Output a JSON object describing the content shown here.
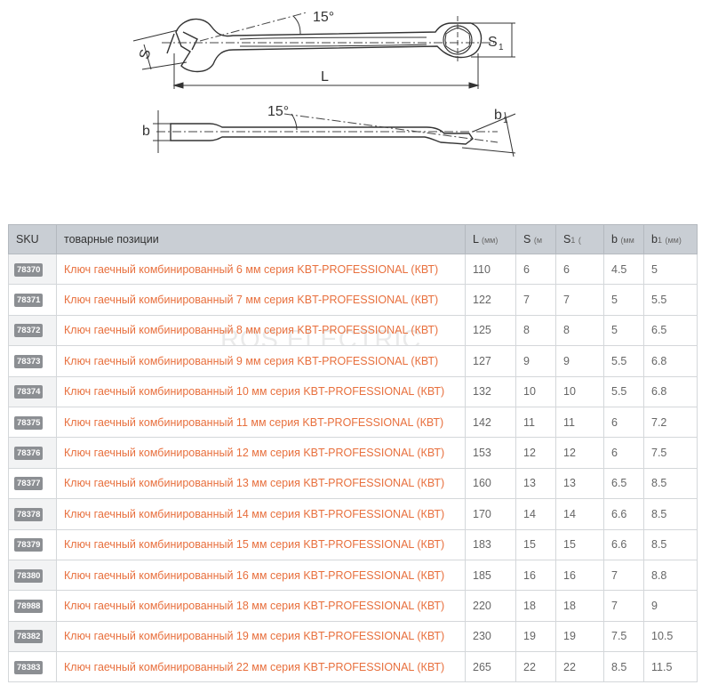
{
  "drawing": {
    "angle_top": "15°",
    "angle_side": "15°",
    "dim_S": "S",
    "dim_S1": "S",
    "dim_S1_sub": "1",
    "dim_L": "L",
    "dim_b": "b",
    "dim_b1": "b",
    "dim_b1_sub": "1"
  },
  "watermark": "ROS ELECTRIC",
  "table": {
    "headers": {
      "sku": "SKU",
      "name": "товарные позиции",
      "L": "L",
      "L_unit": "(мм)",
      "S": "S",
      "S_unit": "(м",
      "S1": "S",
      "S1_sub": "1",
      "S1_unit": "(",
      "b": "b",
      "b_unit": "(мм",
      "b1": "b",
      "b1_sub": "1",
      "b1_unit": "(мм)"
    },
    "rows": [
      {
        "sku": "78370",
        "name": "Ключ гаечный комбинированный 6 мм серия KBT-PROFESSIONAL (КВТ)",
        "L": "110",
        "S": "6",
        "S1": "6",
        "b": "4.5",
        "b1": "5"
      },
      {
        "sku": "78371",
        "name": "Ключ гаечный комбинированный 7 мм серия KBT-PROFESSIONAL (КВТ)",
        "L": "122",
        "S": "7",
        "S1": "7",
        "b": "5",
        "b1": "5.5"
      },
      {
        "sku": "78372",
        "name": "Ключ гаечный комбинированный 8 мм серия KBT-PROFESSIONAL (КВТ)",
        "L": "125",
        "S": "8",
        "S1": "8",
        "b": "5",
        "b1": "6.5"
      },
      {
        "sku": "78373",
        "name": "Ключ гаечный комбинированный 9 мм серия KBT-PROFESSIONAL (КВТ)",
        "L": "127",
        "S": "9",
        "S1": "9",
        "b": "5.5",
        "b1": "6.8"
      },
      {
        "sku": "78374",
        "name": "Ключ гаечный комбинированный 10 мм серия KBT-PROFESSIONAL (КВТ)",
        "L": "132",
        "S": "10",
        "S1": "10",
        "b": "5.5",
        "b1": "6.8"
      },
      {
        "sku": "78375",
        "name": "Ключ гаечный комбинированный 11 мм серия KBT-PROFESSIONAL (КВТ)",
        "L": "142",
        "S": "11",
        "S1": "11",
        "b": "6",
        "b1": "7.2"
      },
      {
        "sku": "78376",
        "name": "Ключ гаечный комбинированный 12 мм серия KBT-PROFESSIONAL (КВТ)",
        "L": "153",
        "S": "12",
        "S1": "12",
        "b": "6",
        "b1": "7.5"
      },
      {
        "sku": "78377",
        "name": "Ключ гаечный комбинированный 13 мм серия KBT-PROFESSIONAL (КВТ)",
        "L": "160",
        "S": "13",
        "S1": "13",
        "b": "6.5",
        "b1": "8.5"
      },
      {
        "sku": "78378",
        "name": "Ключ гаечный комбинированный 14 мм серия KBT-PROFESSIONAL (КВТ)",
        "L": "170",
        "S": "14",
        "S1": "14",
        "b": "6.6",
        "b1": "8.5"
      },
      {
        "sku": "78379",
        "name": "Ключ гаечный комбинированный 15 мм серия KBT-PROFESSIONAL (КВТ)",
        "L": "183",
        "S": "15",
        "S1": "15",
        "b": "6.6",
        "b1": "8.5"
      },
      {
        "sku": "78380",
        "name": "Ключ гаечный комбинированный 16 мм серия KBT-PROFESSIONAL (КВТ)",
        "L": "185",
        "S": "16",
        "S1": "16",
        "b": "7",
        "b1": "8.8"
      },
      {
        "sku": "78988",
        "name": "Ключ гаечный комбинированный 18 мм серия KBT-PROFESSIONAL (КВТ)",
        "L": "220",
        "S": "18",
        "S1": "18",
        "b": "7",
        "b1": "9"
      },
      {
        "sku": "78382",
        "name": "Ключ гаечный комбинированный 19 мм серия KBT-PROFESSIONAL (КВТ)",
        "L": "230",
        "S": "19",
        "S1": "19",
        "b": "7.5",
        "b1": "10.5"
      },
      {
        "sku": "78383",
        "name": "Ключ гаечный комбинированный 22 мм серия KBT-PROFESSIONAL (КВТ)",
        "L": "265",
        "S": "22",
        "S1": "22",
        "b": "8.5",
        "b1": "11.5"
      }
    ]
  },
  "colors": {
    "link": "#e8703e",
    "header_bg": "#c9ced4",
    "badge_bg": "#8c8f93"
  }
}
